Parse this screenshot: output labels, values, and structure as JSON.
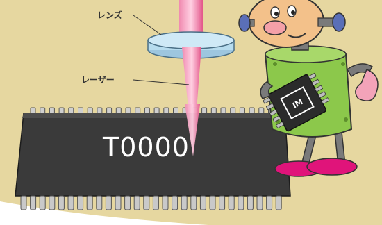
{
  "labels": {
    "lens": "レンズ",
    "laser": "レーザー"
  },
  "chip": {
    "marking": "T0000"
  },
  "robot": {
    "badge_text": "IM"
  },
  "colors": {
    "background": "#e6d7a0",
    "lens": "#b7dcee",
    "laser": "#e8608f",
    "chip_body": "#3a3a3a",
    "robot_body": "#8cc84b",
    "robot_head": "#f3c18a",
    "robot_feet": "#e0147a"
  }
}
